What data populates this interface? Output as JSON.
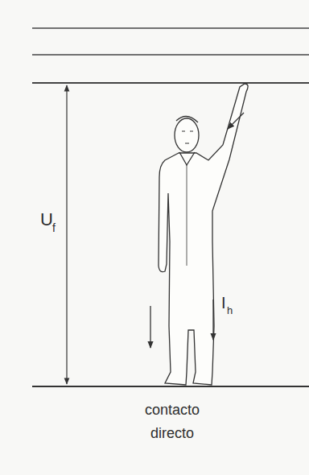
{
  "diagram": {
    "labels": [
      "U",
      "f",
      "I",
      "h",
      "contacto directo"
    ]
  }
}
